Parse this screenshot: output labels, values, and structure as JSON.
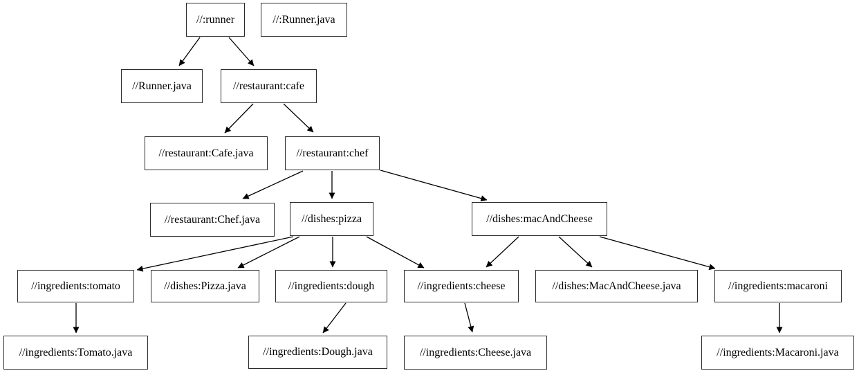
{
  "diagram": {
    "type": "dependency-graph",
    "background_color": "#ffffff",
    "node_fill_color": "#ffffff",
    "node_border_color": "#2b2b2b",
    "edge_color": "#000000",
    "text_color": "#000000",
    "nodes": [
      {
        "id": "runner",
        "label": "//:runner"
      },
      {
        "id": "runner-java-target",
        "label": "//:Runner.java"
      },
      {
        "id": "runner-java-file",
        "label": "//Runner.java"
      },
      {
        "id": "restaurant-cafe",
        "label": "//restaurant:cafe"
      },
      {
        "id": "restaurant-cafe-java",
        "label": "//restaurant:Cafe.java"
      },
      {
        "id": "restaurant-chef",
        "label": "//restaurant:chef"
      },
      {
        "id": "restaurant-chef-java",
        "label": "//restaurant:Chef.java"
      },
      {
        "id": "dishes-pizza",
        "label": "//dishes:pizza"
      },
      {
        "id": "dishes-mac-and-cheese",
        "label": "//dishes:macAndCheese"
      },
      {
        "id": "ingredients-tomato",
        "label": "//ingredients:tomato"
      },
      {
        "id": "dishes-pizza-java",
        "label": "//dishes:Pizza.java"
      },
      {
        "id": "ingredients-dough",
        "label": "//ingredients:dough"
      },
      {
        "id": "ingredients-cheese",
        "label": "//ingredients:cheese"
      },
      {
        "id": "dishes-mac-and-cheese-java",
        "label": "//dishes:MacAndCheese.java"
      },
      {
        "id": "ingredients-macaroni",
        "label": "//ingredients:macaroni"
      },
      {
        "id": "ingredients-tomato-java",
        "label": "//ingredients:Tomato.java"
      },
      {
        "id": "ingredients-dough-java",
        "label": "//ingredients:Dough.java"
      },
      {
        "id": "ingredients-cheese-java",
        "label": "//ingredients:Cheese.java"
      },
      {
        "id": "ingredients-macaroni-java",
        "label": "//ingredients:Macaroni.java"
      }
    ],
    "edges": [
      {
        "from": "//:runner",
        "to": "//Runner.java"
      },
      {
        "from": "//:runner",
        "to": "//restaurant:cafe"
      },
      {
        "from": "//restaurant:cafe",
        "to": "//restaurant:Cafe.java"
      },
      {
        "from": "//restaurant:cafe",
        "to": "//restaurant:chef"
      },
      {
        "from": "//restaurant:chef",
        "to": "//restaurant:Chef.java"
      },
      {
        "from": "//restaurant:chef",
        "to": "//dishes:pizza"
      },
      {
        "from": "//restaurant:chef",
        "to": "//dishes:macAndCheese"
      },
      {
        "from": "//dishes:pizza",
        "to": "//ingredients:tomato"
      },
      {
        "from": "//dishes:pizza",
        "to": "//dishes:Pizza.java"
      },
      {
        "from": "//dishes:pizza",
        "to": "//ingredients:dough"
      },
      {
        "from": "//dishes:pizza",
        "to": "//ingredients:cheese"
      },
      {
        "from": "//dishes:macAndCheese",
        "to": "//ingredients:cheese"
      },
      {
        "from": "//dishes:macAndCheese",
        "to": "//dishes:MacAndCheese.java"
      },
      {
        "from": "//dishes:macAndCheese",
        "to": "//ingredients:macaroni"
      },
      {
        "from": "//ingredients:tomato",
        "to": "//ingredients:Tomato.java"
      },
      {
        "from": "//ingredients:dough",
        "to": "//ingredients:Dough.java"
      },
      {
        "from": "//ingredients:cheese",
        "to": "//ingredients:Cheese.java"
      },
      {
        "from": "//ingredients:macaroni",
        "to": "//ingredients:Macaroni.java"
      }
    ]
  }
}
